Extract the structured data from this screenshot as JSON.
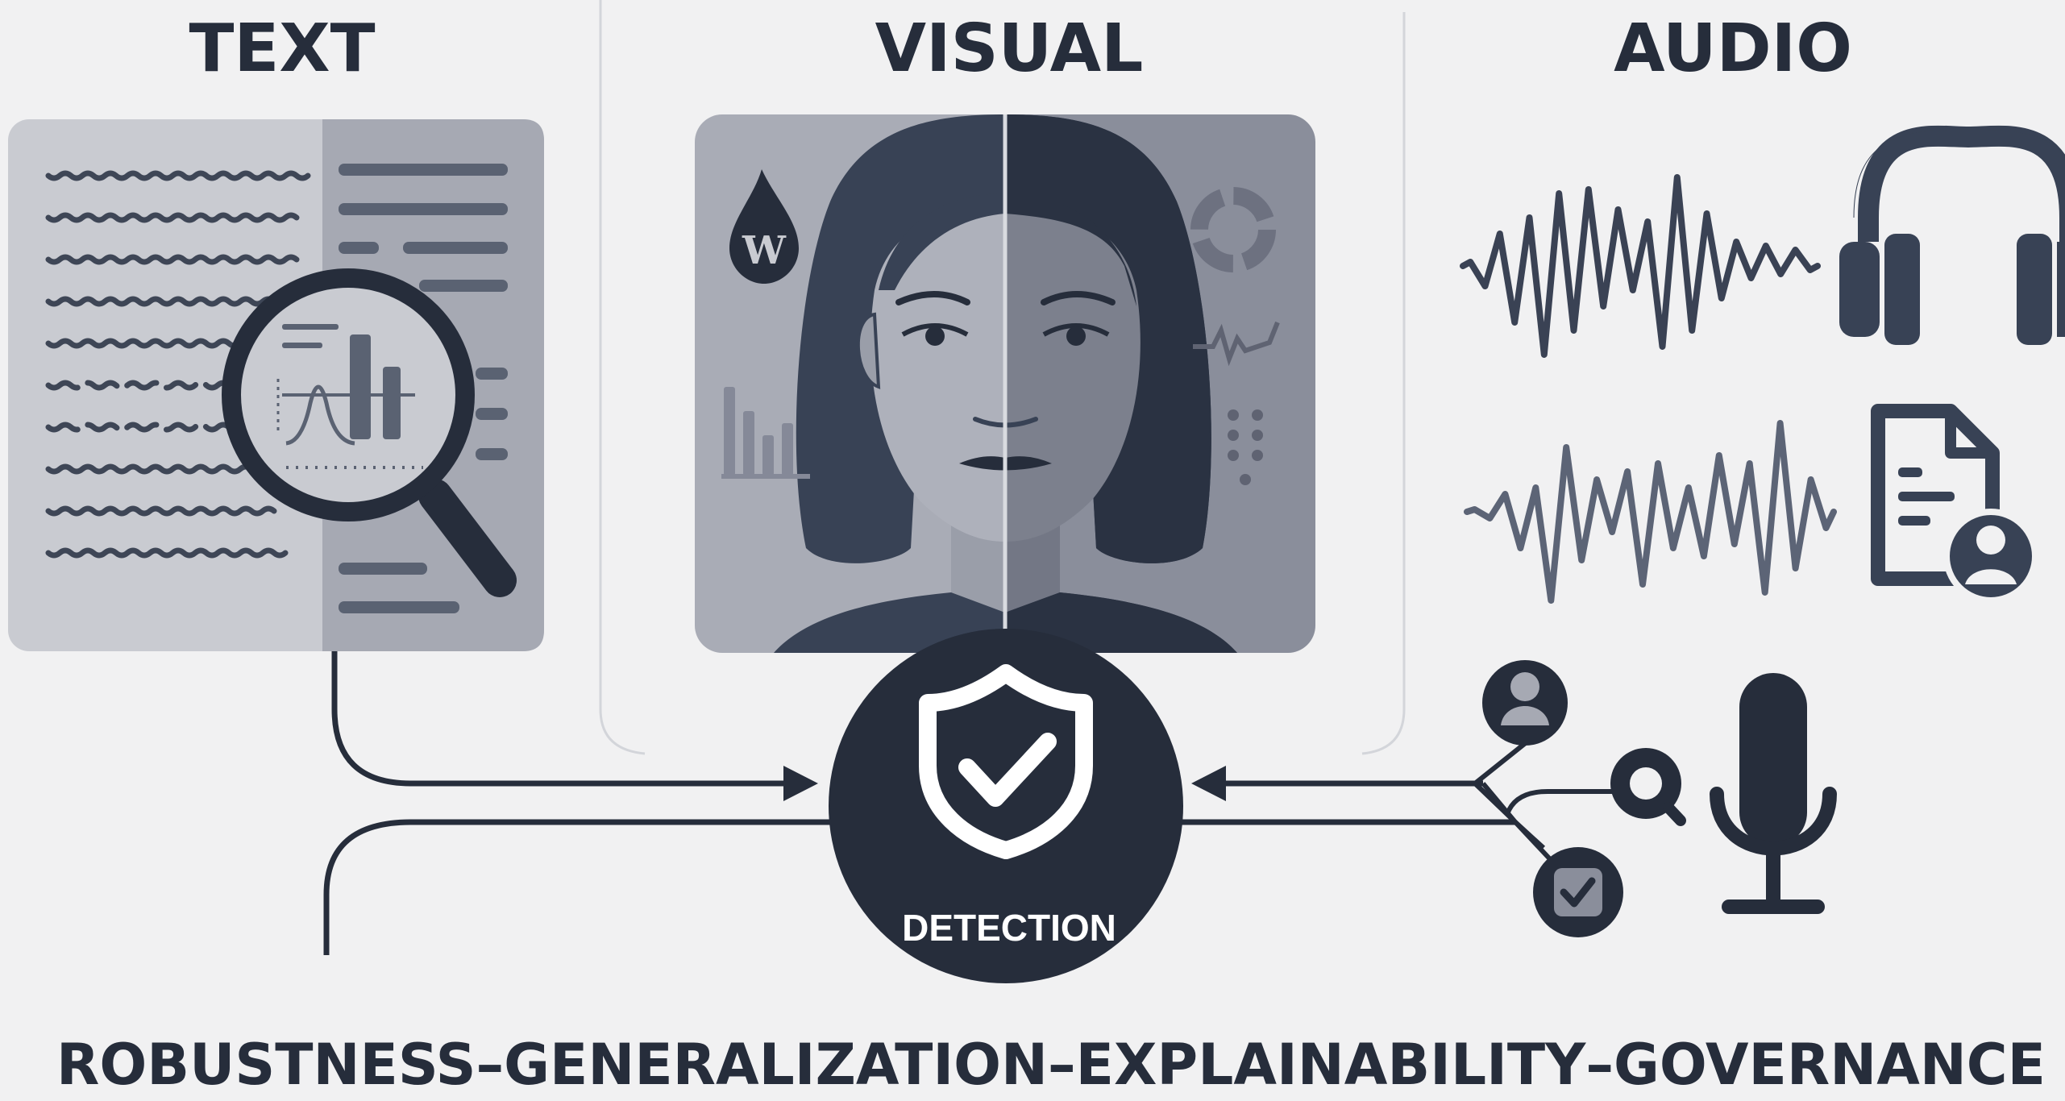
{
  "headings": {
    "text": "TEXT",
    "visual": "VISUAL",
    "audio": "AUDIO"
  },
  "detection": {
    "label": "DETECTION"
  },
  "footer": {
    "items": [
      "ROBUSTNESS",
      "GENERALIZATION",
      "EXPLAINABILITY",
      "GOVERNANCE"
    ],
    "separator": "–"
  },
  "watermark_glyph": "W",
  "colors": {
    "background": "#f1f1f2",
    "dark": "#262d3b",
    "mid": "#4a5568",
    "light_panel": "#c9cbd1",
    "panel_right": "#a4a7b1",
    "face_left": "#a9acb6",
    "face_right": "#7b7f8c"
  },
  "icons": {
    "magnifier": "magnifier-icon",
    "shield": "shield-check-icon",
    "headphones": "headphones-icon",
    "document_user": "document-user-icon",
    "microphone": "microphone-icon",
    "watermark": "watermark-drop-icon",
    "user": "user-circle-icon",
    "search": "search-circle-icon",
    "checkbox": "checkbox-circle-icon"
  }
}
